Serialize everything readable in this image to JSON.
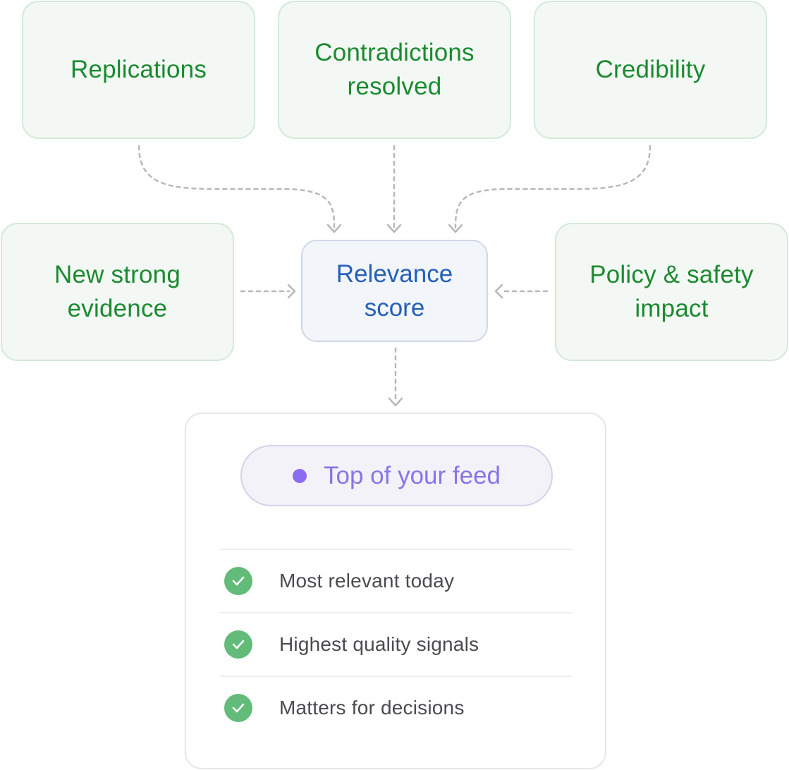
{
  "signals": {
    "replications": "Replications",
    "contradictions": "Contradictions resolved",
    "credibility": "Credibility",
    "new_evidence": "New strong evidence",
    "policy_impact": "Policy & safety impact"
  },
  "score": {
    "label": "Relevance score"
  },
  "result": {
    "pill_label": "Top of your feed",
    "benefits": [
      "Most relevant today",
      "Highest quality signals",
      "Matters for decisions"
    ]
  },
  "colors": {
    "signal_text": "#1b8a2f",
    "signal_bg": "#f4f8f5",
    "score_text": "#2460b8",
    "pill_text": "#8a74e8",
    "check_bg": "#63bb79",
    "connector": "#b8b8b8"
  },
  "icons": {
    "check": "check-circle-icon",
    "dot": "dot-icon",
    "arrow": "arrow-head-icon"
  }
}
